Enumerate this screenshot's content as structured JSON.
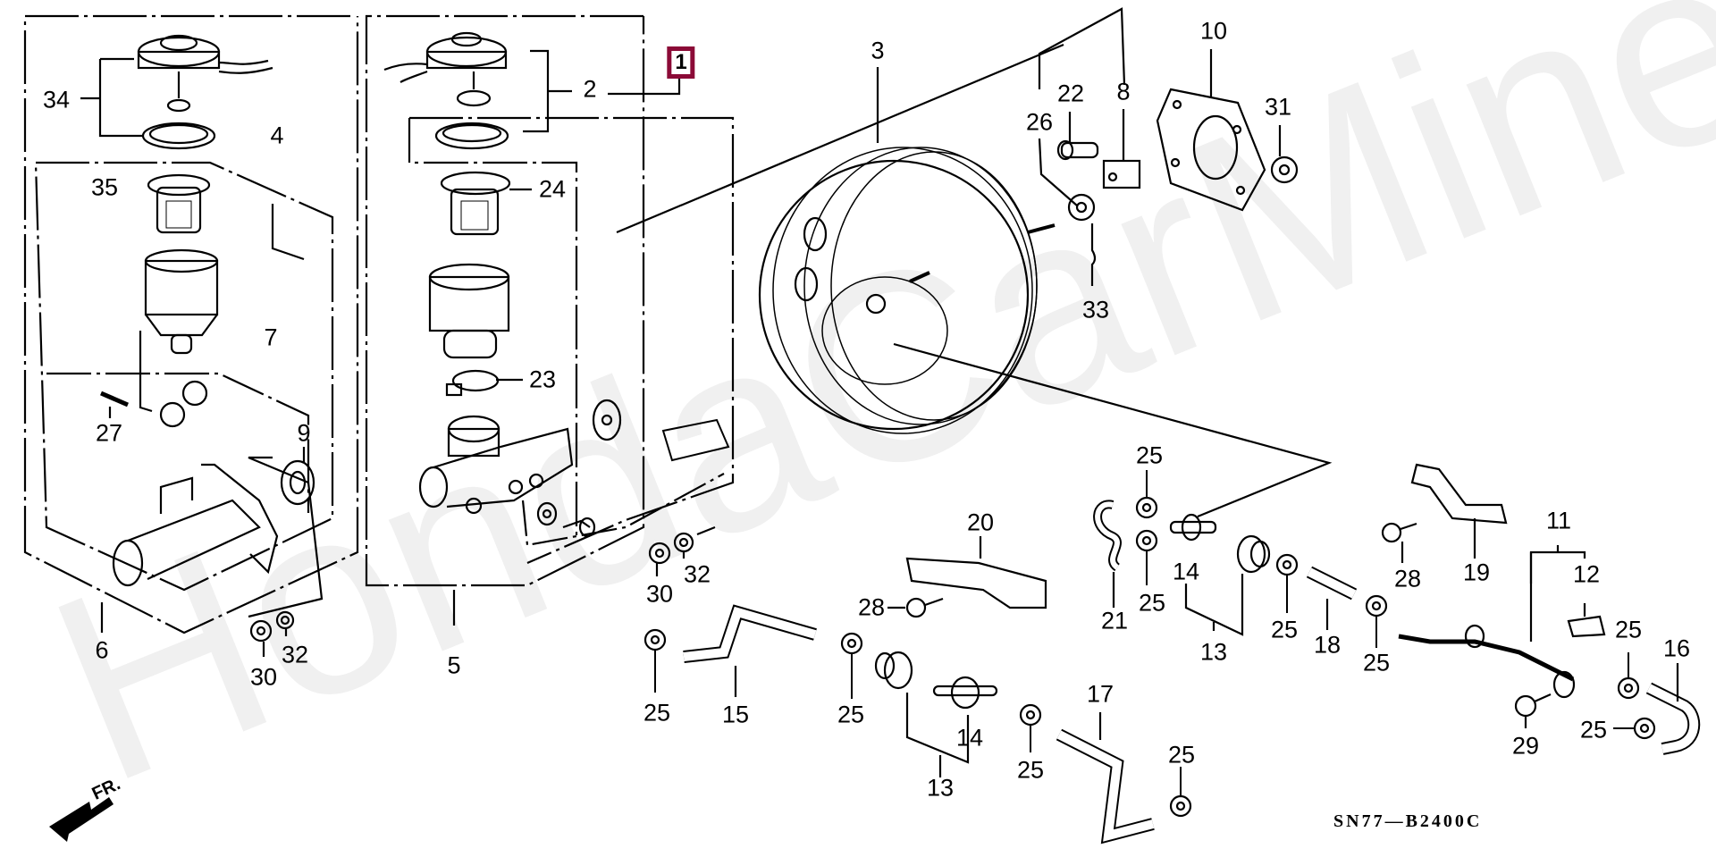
{
  "diagram": {
    "type": "exploded parts diagram",
    "subject": "Brake master cylinder / master power (booster)",
    "watermark": "HondaCarMine.ru",
    "diagram_code": "SN77—B2400C",
    "direction_indicator": "FR.",
    "highlight_color": "#8b0a37",
    "highlighted_part": "1"
  },
  "labels": [
    {
      "id": "34",
      "text": "34"
    },
    {
      "id": "35",
      "text": "35"
    },
    {
      "id": "4",
      "text": "4"
    },
    {
      "id": "7",
      "text": "7"
    },
    {
      "id": "27",
      "text": "27"
    },
    {
      "id": "9",
      "text": "9"
    },
    {
      "id": "6",
      "text": "6"
    },
    {
      "id": "30a",
      "text": "30"
    },
    {
      "id": "32a",
      "text": "32"
    },
    {
      "id": "2",
      "text": "2"
    },
    {
      "id": "24",
      "text": "24"
    },
    {
      "id": "23",
      "text": "23"
    },
    {
      "id": "5",
      "text": "5"
    },
    {
      "id": "1",
      "text": "1"
    },
    {
      "id": "30b",
      "text": "30"
    },
    {
      "id": "32b",
      "text": "32"
    },
    {
      "id": "3",
      "text": "3"
    },
    {
      "id": "26",
      "text": "26"
    },
    {
      "id": "22",
      "text": "22"
    },
    {
      "id": "8",
      "text": "8"
    },
    {
      "id": "10",
      "text": "10"
    },
    {
      "id": "31",
      "text": "31"
    },
    {
      "id": "33",
      "text": "33"
    },
    {
      "id": "20",
      "text": "20"
    },
    {
      "id": "28a",
      "text": "28"
    },
    {
      "id": "25a",
      "text": "25"
    },
    {
      "id": "15",
      "text": "15"
    },
    {
      "id": "25b",
      "text": "25"
    },
    {
      "id": "13a",
      "text": "13"
    },
    {
      "id": "14a",
      "text": "14"
    },
    {
      "id": "25c",
      "text": "25"
    },
    {
      "id": "17",
      "text": "17"
    },
    {
      "id": "25d",
      "text": "25"
    },
    {
      "id": "25e",
      "text": "25"
    },
    {
      "id": "21",
      "text": "21"
    },
    {
      "id": "25f",
      "text": "25"
    },
    {
      "id": "14b",
      "text": "14"
    },
    {
      "id": "13b",
      "text": "13"
    },
    {
      "id": "25g",
      "text": "25"
    },
    {
      "id": "18",
      "text": "18"
    },
    {
      "id": "25h",
      "text": "25"
    },
    {
      "id": "28b",
      "text": "28"
    },
    {
      "id": "19",
      "text": "19"
    },
    {
      "id": "11",
      "text": "11"
    },
    {
      "id": "12",
      "text": "12"
    },
    {
      "id": "25i",
      "text": "25"
    },
    {
      "id": "16",
      "text": "16"
    },
    {
      "id": "25j",
      "text": "25"
    },
    {
      "id": "29",
      "text": "29"
    }
  ]
}
